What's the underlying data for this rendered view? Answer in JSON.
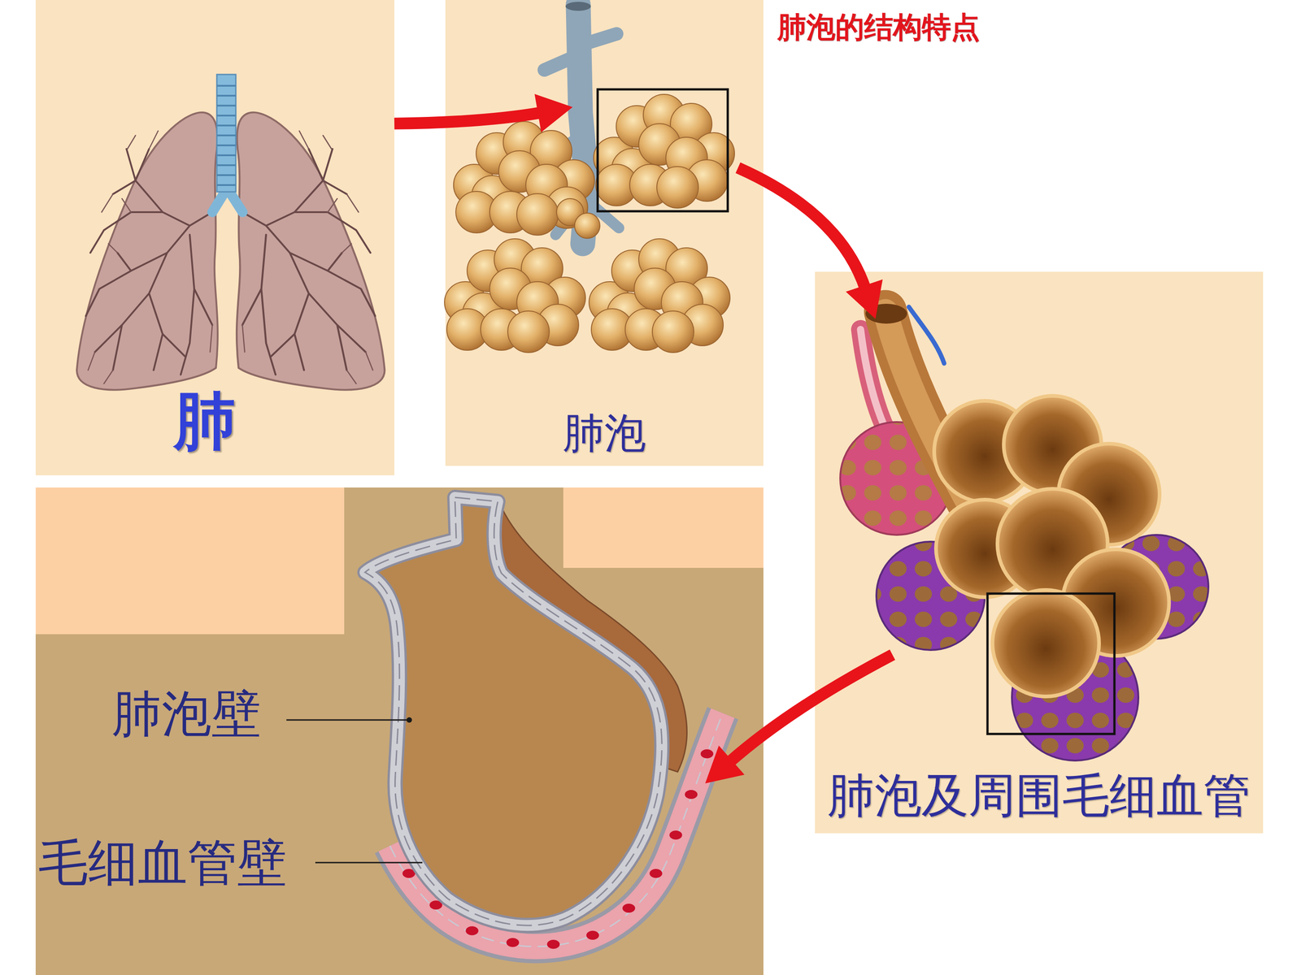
{
  "diagram": {
    "title": "肺泡的结构特点",
    "nodes": [
      {
        "text": [
          "肺"
        ]
      },
      {
        "text": [
          "肺泡"
        ]
      },
      {
        "text": [
          "肺泡及周围毛细血管"
        ]
      },
      {
        "text": [
          "肺泡壁",
          "毛细血管壁"
        ]
      }
    ],
    "edges": [
      {
        "from": 0,
        "to": 1,
        "arrow": "to"
      },
      {
        "from": 1,
        "to": 2,
        "arrow": "to"
      },
      {
        "from": 2,
        "to": 3,
        "arrow": "to"
      }
    ]
  }
}
